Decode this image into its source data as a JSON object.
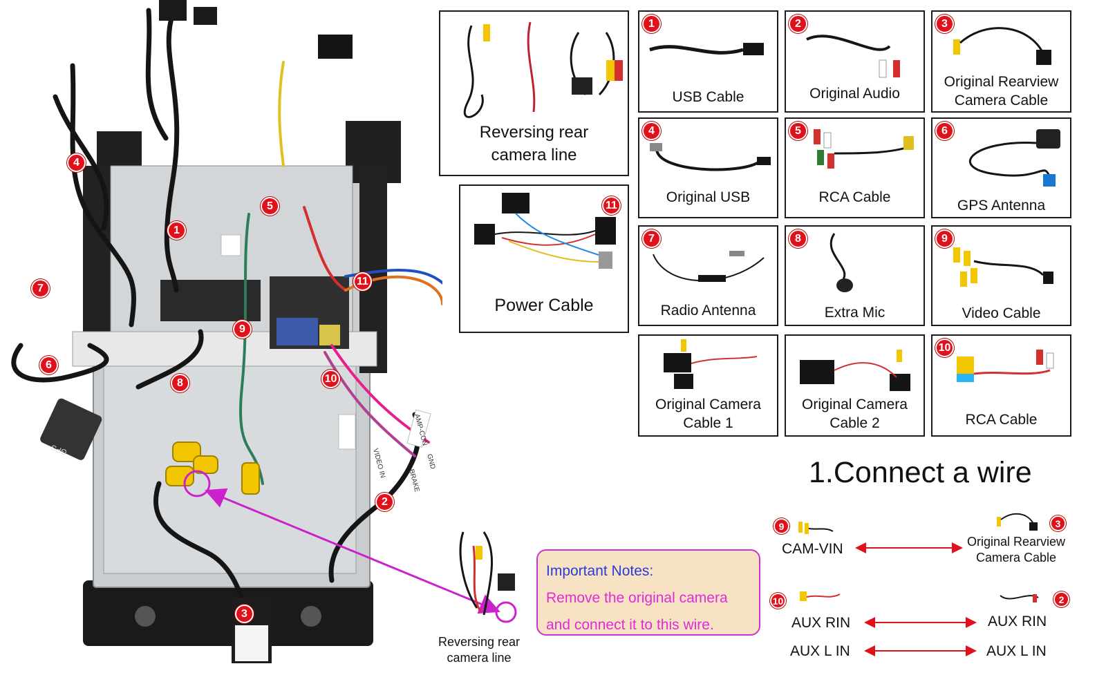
{
  "parts": [
    {
      "id": "p-reversing",
      "number": "",
      "label": "Reversing rear\ncamera line"
    },
    {
      "id": "p-power",
      "number": "11",
      "label": "Power Cable"
    },
    {
      "id": "p1",
      "number": "1",
      "label": "USB Cable"
    },
    {
      "id": "p2",
      "number": "2",
      "label": "Original Audio"
    },
    {
      "id": "p3",
      "number": "3",
      "label": "Original Rearview\nCamera Cable"
    },
    {
      "id": "p4",
      "number": "4",
      "label": "Original USB"
    },
    {
      "id": "p5",
      "number": "5",
      "label": "RCA Cable"
    },
    {
      "id": "p6",
      "number": "6",
      "label": "GPS Antenna"
    },
    {
      "id": "p7",
      "number": "7",
      "label": "Radio Antenna"
    },
    {
      "id": "p8",
      "number": "8",
      "label": "Extra Mic"
    },
    {
      "id": "p9",
      "number": "9",
      "label": "Video Cable"
    },
    {
      "id": "p10a",
      "number": "",
      "label": "Original Camera\nCable 1"
    },
    {
      "id": "p10b",
      "number": "",
      "label": "Original Camera\nCable 2"
    },
    {
      "id": "p10",
      "number": "10",
      "label": "RCA Cable"
    }
  ],
  "unit_badges": [
    "1",
    "2",
    "3",
    "4",
    "5",
    "6",
    "7",
    "8",
    "9",
    "10",
    "11"
  ],
  "unit_stickers": {
    "gps": "GPS\nANTENNA",
    "video_in": "VIDEO IN",
    "amp_con": "AMP-CON",
    "brake": "BRAKE",
    "gnd": "GND"
  },
  "section_title": "1.Connect a wire",
  "connections": [
    {
      "left_badge": "9",
      "left_label": "CAM-VIN",
      "right_badge": "3",
      "right_label": "Original Rearview\nCamera Cable"
    },
    {
      "left_badge": "10",
      "left_label": "AUX RIN",
      "right_badge": "2",
      "right_label": "AUX RIN"
    },
    {
      "left_badge": "",
      "left_label": "AUX L IN",
      "right_badge": "",
      "right_label": "AUX L IN"
    }
  ],
  "notes": {
    "title": "Important Notes:",
    "line1": "Remove the original camera",
    "line2": "and connect it to this wire."
  },
  "bottom_camera_label": "Reversing rear\ncamera line",
  "colors": {
    "badge": "#e0111a",
    "note_title": "#2a3bd6",
    "note_text": "#e22bd6",
    "arrow": "#cc22cc",
    "link_arrow": "#e0111a"
  }
}
